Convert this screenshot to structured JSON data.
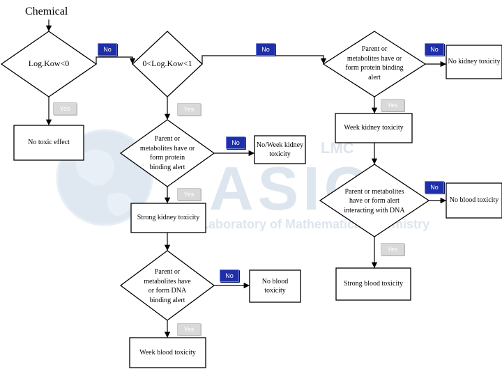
{
  "title": "Chemical",
  "watermark": {
    "logo_word": "ASIC",
    "small_word": "LMC",
    "subtitle": "Laboratory of Mathematical Chemistry"
  },
  "nodes": {
    "logkow_lt0": "Log.Kow<0",
    "no_toxic_effect": "No toxic effect",
    "logkow_0_1": "0<Log.Kow<1",
    "protein_binding_left": "Parent or metabolites have or form protein binding alert",
    "no_weak_kidney": "No/Week kidney toxicity",
    "strong_kidney": "Strong kidney toxicity",
    "dna_binding": "Parent or metabolites have or form DNA binding alert",
    "no_blood_left": "No blood toxicity",
    "weak_blood": "Week blood toxicity",
    "protein_binding_right": "Parent or metabolites have or form protein binding alert",
    "no_kidney": "No kidney toxicity",
    "weak_kidney": "Week kidney toxicity",
    "dna_interacting": "Parent or metabolites have or form alert interacting with DNA",
    "no_blood_right": "No blood toxicity",
    "strong_blood": "Strong blood toxicity"
  },
  "edges": {
    "no1": "No",
    "no2": "No",
    "no3": "No",
    "no4": "No",
    "no5": "No",
    "no6": "No",
    "yes1": "Yes",
    "yes2": "Yes",
    "yes3": "Yes",
    "yes4": "Yes",
    "yes5": "Yes",
    "yes6": "Yes"
  },
  "colors": {
    "no_badge": "#1f2fa8",
    "yes_badge": "#d9d9d9",
    "line": "#000000",
    "watermark": "#dde5ee"
  }
}
